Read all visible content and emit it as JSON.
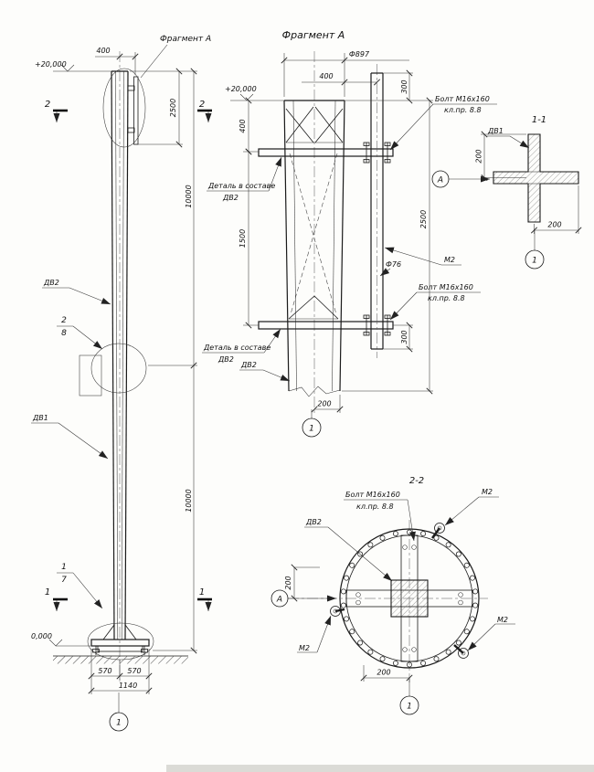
{
  "meta": {
    "line_color": "#1a1a1a",
    "paper_color": "#fdfdfb"
  },
  "elevation": {
    "fragment_callout": "Фрагмент А",
    "level_top": "+20,000",
    "level_zero": "0,000",
    "dim_antenna": "400",
    "dim_top": "2500",
    "dim_upper": "10000",
    "dim_lower": "10000",
    "dim_base_l": "570",
    "dim_base_r": "570",
    "dim_base_total": "1140",
    "label_dv2": "ДВ2",
    "label_dv1": "ДВ1",
    "node2_num": "2",
    "node2_sheet": "8",
    "node1_num": "1",
    "node1_sheet": "7",
    "sec2_left": "2",
    "sec2_right": "2",
    "sec1_left": "1",
    "sec1_right": "1",
    "base_node": "1"
  },
  "fragment": {
    "title": "Фрагмент А",
    "dim_diameter": "Ф897",
    "dim_top": "400",
    "level_top": "+20,000",
    "dim_pipe_top": "300",
    "dim_bracket": "400",
    "dim_span": "1500",
    "dim_pipe_bottom": "300",
    "dim_height": "2500",
    "dim_plate": "200",
    "pipe_dia": "Ф76",
    "bolt_top_1": "Болт М16х160",
    "bolt_top_2": "кл.пр. 8.8",
    "bolt_bottom_1": "Болт М16х160",
    "bolt_bottom_2": "кл.пр. 8.8",
    "detail_top_1": "Деталь в составе",
    "detail_top_2": "ДВ2",
    "detail_bottom_1": "Деталь в составе",
    "detail_bottom_2": "ДВ2",
    "label_m2": "М2",
    "label_dv2": "ДВ2",
    "node": "1"
  },
  "section11": {
    "title": "1-1",
    "label_dv1": "ДВ1",
    "marker_a": "А",
    "dim_v": "200",
    "dim_h": "200",
    "node": "1"
  },
  "section22": {
    "title": "2-2",
    "bolt_1": "Болт М16х160",
    "bolt_2": "кл.пр. 8.8",
    "label_m2_top": "М2",
    "label_m2_left": "М2",
    "label_m2_right": "М2",
    "label_dv2": "ДВ2",
    "marker_a": "А",
    "dim_v": "200",
    "dim_h": "200",
    "node": "1"
  }
}
